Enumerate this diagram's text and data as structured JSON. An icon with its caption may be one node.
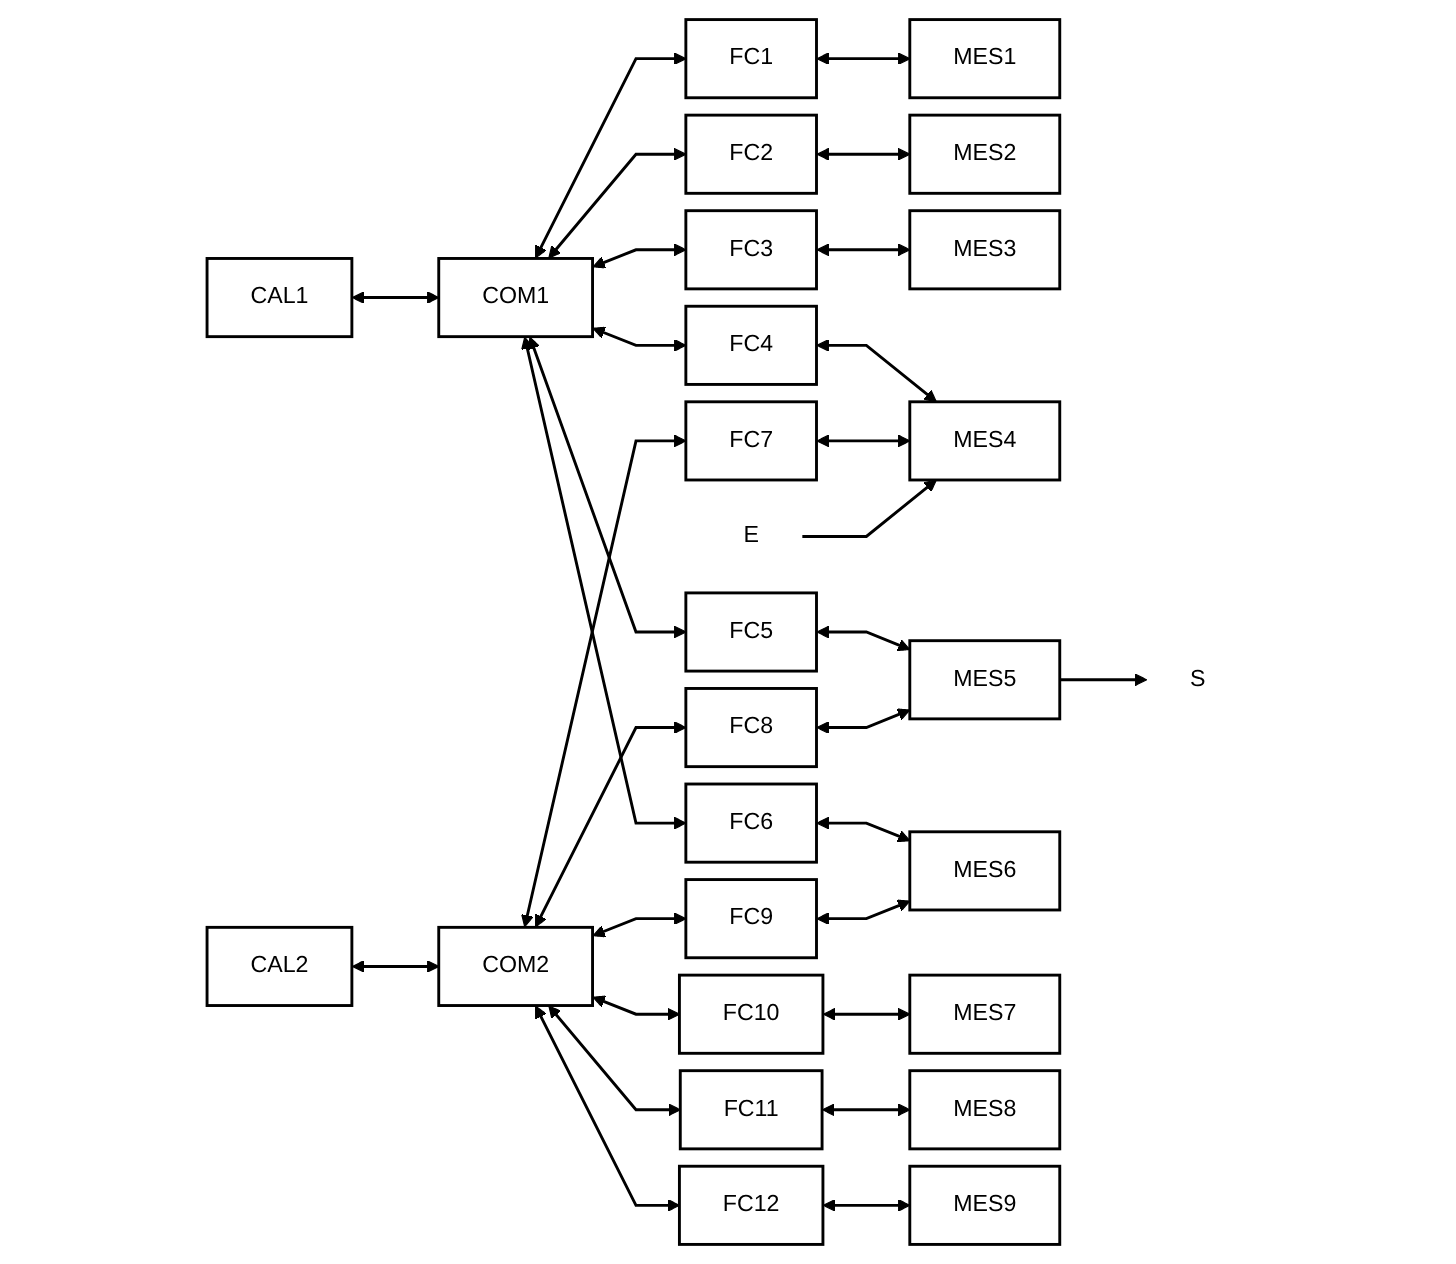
{
  "diagram": {
    "nodes": [
      {
        "text": [
          "CAL1"
        ]
      },
      {
        "text": [
          "COM1"
        ]
      },
      {
        "text": [
          "CAL2"
        ]
      },
      {
        "text": [
          "COM2"
        ]
      },
      {
        "text": [
          "FC1"
        ]
      },
      {
        "text": [
          "FC2"
        ]
      },
      {
        "text": [
          "FC3"
        ]
      },
      {
        "text": [
          "FC4"
        ]
      },
      {
        "text": [
          "FC5"
        ]
      },
      {
        "text": [
          "FC6"
        ]
      },
      {
        "text": [
          "FC7"
        ]
      },
      {
        "text": [
          "FC8"
        ]
      },
      {
        "text": [
          "FC9"
        ]
      },
      {
        "text": [
          "FC10"
        ]
      },
      {
        "text": [
          "FC11"
        ]
      },
      {
        "text": [
          "FC12"
        ]
      },
      {
        "text": [
          "MES1"
        ]
      },
      {
        "text": [
          "MES2"
        ]
      },
      {
        "text": [
          "MES3"
        ]
      },
      {
        "text": [
          "MES4"
        ]
      },
      {
        "text": [
          "MES5"
        ]
      },
      {
        "text": [
          "MES6"
        ]
      },
      {
        "text": [
          "MES7"
        ]
      },
      {
        "text": [
          "MES8"
        ]
      },
      {
        "text": [
          "MES9"
        ]
      },
      {
        "text": [
          "E"
        ]
      },
      {
        "text": [
          "S"
        ]
      }
    ],
    "edges": [
      {
        "from": 0,
        "to": 1,
        "arrow": "both"
      },
      {
        "from": 2,
        "to": 3,
        "arrow": "both"
      },
      {
        "from": 1,
        "to": 4,
        "arrow": "both"
      },
      {
        "from": 1,
        "to": 5,
        "arrow": "both"
      },
      {
        "from": 1,
        "to": 6,
        "arrow": "both"
      },
      {
        "from": 1,
        "to": 7,
        "arrow": "both"
      },
      {
        "from": 1,
        "to": 8,
        "arrow": "both"
      },
      {
        "from": 1,
        "to": 9,
        "arrow": "both"
      },
      {
        "from": 3,
        "to": 10,
        "arrow": "both"
      },
      {
        "from": 3,
        "to": 11,
        "arrow": "both"
      },
      {
        "from": 3,
        "to": 12,
        "arrow": "both"
      },
      {
        "from": 3,
        "to": 13,
        "arrow": "both"
      },
      {
        "from": 3,
        "to": 14,
        "arrow": "both"
      },
      {
        "from": 3,
        "to": 15,
        "arrow": "both"
      },
      {
        "from": 4,
        "to": 16,
        "arrow": "both"
      },
      {
        "from": 5,
        "to": 17,
        "arrow": "both"
      },
      {
        "from": 6,
        "to": 18,
        "arrow": "both"
      },
      {
        "from": 7,
        "to": 19,
        "arrow": "both"
      },
      {
        "from": 8,
        "to": 20,
        "arrow": "both"
      },
      {
        "from": 9,
        "to": 21,
        "arrow": "both"
      },
      {
        "from": 10,
        "to": 19,
        "arrow": "both"
      },
      {
        "from": 11,
        "to": 20,
        "arrow": "both"
      },
      {
        "from": 12,
        "to": 21,
        "arrow": "both"
      },
      {
        "from": 13,
        "to": 22,
        "arrow": "both"
      },
      {
        "from": 14,
        "to": 23,
        "arrow": "both"
      },
      {
        "from": 15,
        "to": 24,
        "arrow": "both"
      },
      {
        "from": 25,
        "to": 19,
        "arrow": "to"
      },
      {
        "from": 20,
        "to": 26,
        "arrow": "to"
      }
    ]
  }
}
